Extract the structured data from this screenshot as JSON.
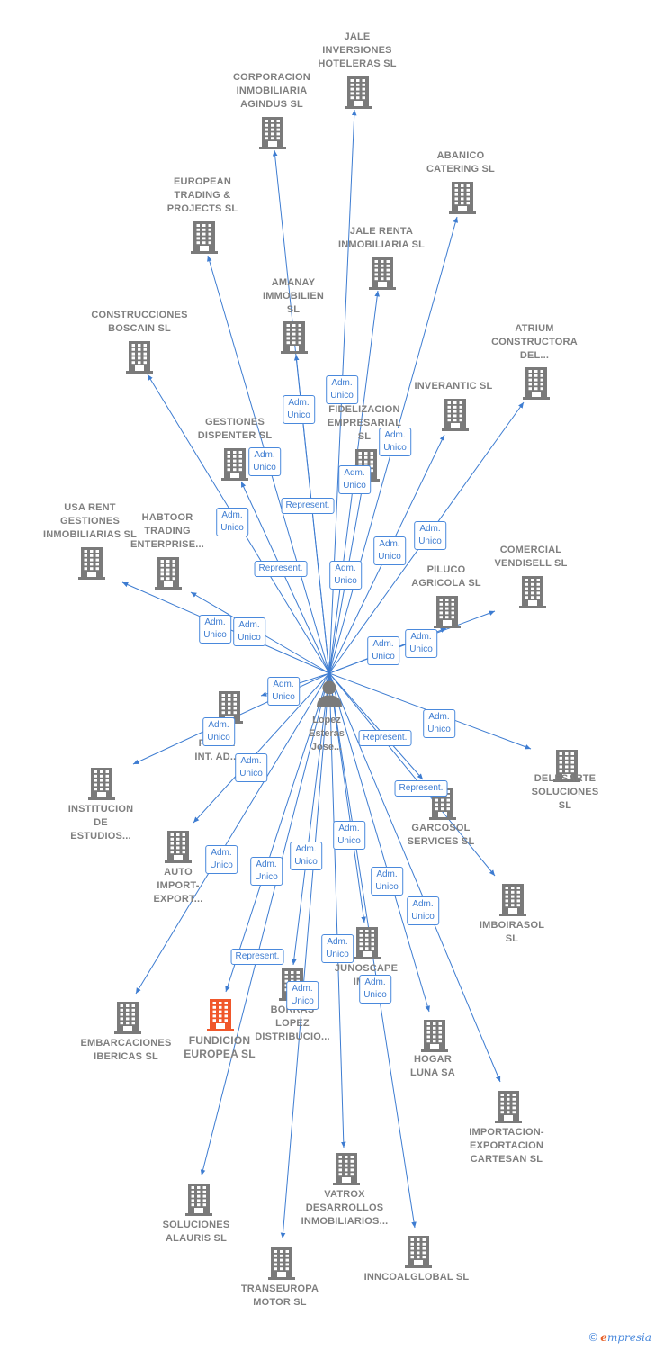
{
  "colors": {
    "edge": "#3d7cd1",
    "building": "#7a7a7a",
    "building_main": "#f0572b",
    "person": "#7a7a7a"
  },
  "center": {
    "icon": "person-icon",
    "label": "Lopez\nEsteras\nJose..."
  },
  "nodes": [
    {
      "id": "jale-inversiones",
      "label": "JALE\nINVERSIONES\nHOTELERAS SL",
      "icon": "building-icon",
      "main": false
    },
    {
      "id": "corporacion-inmobiliaria",
      "label": "CORPORACION\nINMOBILIARIA\nAGINDUS SL",
      "icon": "building-icon",
      "main": false
    },
    {
      "id": "abanico-catering",
      "label": "ABANICO\nCATERING SL",
      "icon": "building-icon",
      "main": false
    },
    {
      "id": "european-trading",
      "label": "EUROPEAN\nTRADING &\nPROJECTS SL",
      "icon": "building-icon",
      "main": false
    },
    {
      "id": "jale-renta",
      "label": "JALE RENTA\nINMOBILIARIA SL",
      "icon": "building-icon",
      "main": false
    },
    {
      "id": "amanay",
      "label": "AMANAY\nIMMOBILIEN\nSL",
      "icon": "building-icon",
      "main": false
    },
    {
      "id": "construcciones-boscain",
      "label": "CONSTRUCCIONES\nBOSCAIN SL",
      "icon": "building-icon",
      "main": false
    },
    {
      "id": "atrium",
      "label": "ATRIUM\nCONSTRUCTORA\nDEL...",
      "icon": "building-icon",
      "main": false
    },
    {
      "id": "inverantic",
      "label": "INVERANTIC SL",
      "icon": "building-icon",
      "main": false
    },
    {
      "id": "fidelizacion",
      "label": "FIDELIZACION\nEMPRESARIAL\nSL",
      "icon": "building-icon",
      "main": false
    },
    {
      "id": "gestiones-dispenter",
      "label": "GESTIONES\nDISPENTER SL",
      "icon": "building-icon",
      "main": false
    },
    {
      "id": "usa-rent",
      "label": "USA RENT\nGESTIONES\nINMOBILIARIAS SL",
      "icon": "building-icon",
      "main": false
    },
    {
      "id": "habtoor",
      "label": "HABTOOR\nTRADING\nENTERPRISE...",
      "icon": "building-icon",
      "main": false
    },
    {
      "id": "comercial-vendisell",
      "label": "COMERCIAL\nVENDISELL SL",
      "icon": "building-icon",
      "main": false
    },
    {
      "id": "piluco",
      "label": "PILUCO\nAGRICOLA SL",
      "icon": "building-icon",
      "main": false
    },
    {
      "id": "nva-perita",
      "label": "...VA\nPERITA\nINT. AD...",
      "icon": "building-icon",
      "main": false
    },
    {
      "id": "delesarte",
      "label": "DELESARTE\nSOLUCIONES\nSL",
      "icon": "building-icon",
      "main": false
    },
    {
      "id": "institucion",
      "label": "INSTITUCION\nDE\nESTUDIOS...",
      "icon": "building-icon",
      "main": false
    },
    {
      "id": "garcosol",
      "label": "GARCOSOL\nSERVICES SL",
      "icon": "building-icon",
      "main": false
    },
    {
      "id": "auto-import",
      "label": "AUTO\nIMPORT-\nEXPORT...",
      "icon": "building-icon",
      "main": false
    },
    {
      "id": "imboirasol",
      "label": "IMBOIRASOL\nSL",
      "icon": "building-icon",
      "main": false
    },
    {
      "id": "junoscape",
      "label": "JUNOSCAPE\nIMP...",
      "icon": "building-icon",
      "main": false
    },
    {
      "id": "embarcaciones",
      "label": "EMBARCACIONES\nIBERICAS SL",
      "icon": "building-icon",
      "main": false
    },
    {
      "id": "fundicion-europea",
      "label": "FUNDICION\nEUROPEA SL",
      "icon": "building-icon",
      "main": true
    },
    {
      "id": "borras-lopez",
      "label": "BORRAS\nLOPEZ\nDISTRIBUCIO...",
      "icon": "building-icon",
      "main": false
    },
    {
      "id": "hogar-luna",
      "label": "HOGAR\nLUNA SA",
      "icon": "building-icon",
      "main": false
    },
    {
      "id": "importacion-cartesan",
      "label": "IMPORTACION-\nEXPORTACION\nCARTESAN SL",
      "icon": "building-icon",
      "main": false
    },
    {
      "id": "soluciones-alauris",
      "label": "SOLUCIONES\nALAURIS SL",
      "icon": "building-icon",
      "main": false
    },
    {
      "id": "vatrox",
      "label": "VATROX\nDESARROLLOS\nINMOBILIARIOS...",
      "icon": "building-icon",
      "main": false
    },
    {
      "id": "incoalglobal",
      "label": "INNCOALGLOBAL SL",
      "icon": "building-icon",
      "main": false
    },
    {
      "id": "transeuropa",
      "label": "TRANSEUROPA\nMOTOR SL",
      "icon": "building-icon",
      "main": false
    }
  ],
  "badges": [
    {
      "id": "b1",
      "label": "Adm.\nUnico",
      "relation": "jale-inversiones"
    },
    {
      "id": "b2",
      "label": "Adm.\nUnico",
      "relation": "corporacion-inmobiliaria"
    },
    {
      "id": "b3",
      "label": "Adm.\nUnico",
      "relation": "fidelizacion"
    },
    {
      "id": "b4",
      "label": "Adm.\nUnico",
      "relation": "gestiones-dispenter"
    },
    {
      "id": "b5",
      "label": "Adm.\nUnico",
      "relation": "jale-renta"
    },
    {
      "id": "b6",
      "label": "Represent.",
      "relation": "amanay"
    },
    {
      "id": "b7",
      "label": "Adm.\nUnico",
      "relation": "construcciones-boscain"
    },
    {
      "id": "b8",
      "label": "Adm.\nUnico",
      "relation": "atrium"
    },
    {
      "id": "b9",
      "label": "Adm.\nUnico",
      "relation": "inverantic"
    },
    {
      "id": "b10",
      "label": "Represent.",
      "relation": "european-trading"
    },
    {
      "id": "b11",
      "label": "Adm.\nUnico",
      "relation": "abanico-catering"
    },
    {
      "id": "b12",
      "label": "Adm.\nUnico",
      "relation": "usa-rent"
    },
    {
      "id": "b13",
      "label": "Adm.\nUnico",
      "relation": "habtoor"
    },
    {
      "id": "b14",
      "label": "Adm.\nUnico",
      "relation": "comercial-vendisell"
    },
    {
      "id": "b15",
      "label": "Adm.\nUnico",
      "relation": "piluco"
    },
    {
      "id": "b16",
      "label": "Adm.\nUnico",
      "relation": "nva-perita"
    },
    {
      "id": "b17",
      "label": "Adm.\nUnico",
      "relation": "institucion"
    },
    {
      "id": "b18",
      "label": "Adm.\nUnico",
      "relation": "delesarte"
    },
    {
      "id": "b19",
      "label": "Represent.",
      "relation": "garcosol"
    },
    {
      "id": "b20",
      "label": "Adm.\nUnico",
      "relation": "auto-import"
    },
    {
      "id": "b21",
      "label": "Represent.",
      "relation": "imboirasol"
    },
    {
      "id": "b22",
      "label": "Adm.\nUnico",
      "relation": "embarcaciones"
    },
    {
      "id": "b23",
      "label": "Adm.\nUnico",
      "relation": "borras-lopez"
    },
    {
      "id": "b24",
      "label": "Adm.\nUnico",
      "relation": "soluciones-alauris"
    },
    {
      "id": "b25",
      "label": "Adm.\nUnico",
      "relation": "junoscape"
    },
    {
      "id": "b26",
      "label": "Adm.\nUnico",
      "relation": "hogar-luna"
    },
    {
      "id": "b27",
      "label": "Adm.\nUnico",
      "relation": "importacion-cartesan"
    },
    {
      "id": "b28",
      "label": "Represent.",
      "relation": "fundicion-europea"
    },
    {
      "id": "b29",
      "label": "Adm.\nUnico",
      "relation": "vatrox"
    },
    {
      "id": "b30",
      "label": "Adm.\nUnico",
      "relation": "transeuropa"
    },
    {
      "id": "b31",
      "label": "Adm.\nUnico",
      "relation": "incoalglobal"
    }
  ],
  "footer": {
    "copyright": "©",
    "brand_initial": "e",
    "brand_rest": "mpresia"
  }
}
